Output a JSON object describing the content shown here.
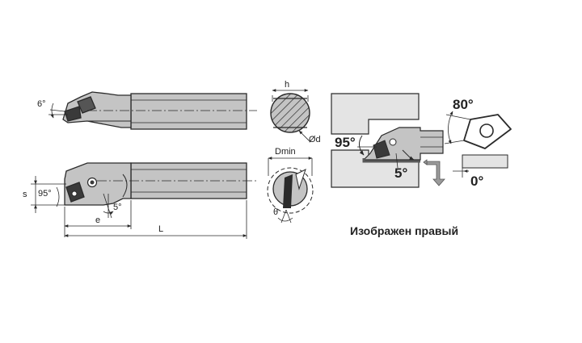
{
  "labels": {
    "angle_6": "6°",
    "dim_s": "s",
    "angle_95_small": "95°",
    "angle_5_small": "5°",
    "dim_e": "e",
    "dim_L": "L",
    "dim_h": "h",
    "dim_d": "Ød",
    "dim_dmin": "Dmin",
    "theta": "θ",
    "angle_95_large": "95°",
    "angle_80": "80°",
    "angle_5_large": "5°",
    "angle_0": "0°"
  },
  "caption": "Изображен правый",
  "colors": {
    "tool_fill": "#c4c4c4",
    "workpiece_fill": "#e4e4e4",
    "outline": "#2a2a2a",
    "arrow_fill": "#9a9a9a"
  }
}
